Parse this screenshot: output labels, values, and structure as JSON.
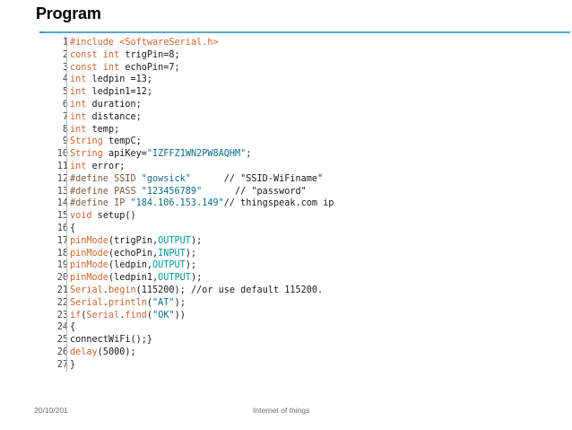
{
  "title": "Program",
  "code_lines": [
    {
      "no": "1",
      "segments": [
        {
          "t": "#include <",
          "c": "kw"
        },
        {
          "t": "SoftwareSerial",
          "c": "lib"
        },
        {
          "t": ".h>",
          "c": "kw"
        }
      ]
    },
    {
      "no": "2",
      "segments": [
        {
          "t": "const int",
          "c": "kw"
        },
        {
          "t": " trigPin=8;",
          "c": ""
        }
      ]
    },
    {
      "no": "3",
      "segments": [
        {
          "t": "const int",
          "c": "kw"
        },
        {
          "t": " echoPin=7;",
          "c": ""
        }
      ]
    },
    {
      "no": "4",
      "segments": [
        {
          "t": "int",
          "c": "kw"
        },
        {
          "t": " ledpin =13;",
          "c": ""
        }
      ]
    },
    {
      "no": "5",
      "segments": [
        {
          "t": "int",
          "c": "kw"
        },
        {
          "t": " ledpin1=12;",
          "c": ""
        }
      ]
    },
    {
      "no": "6",
      "segments": [
        {
          "t": "int",
          "c": "kw"
        },
        {
          "t": " duration;",
          "c": ""
        }
      ]
    },
    {
      "no": "7",
      "segments": [
        {
          "t": "int",
          "c": "kw"
        },
        {
          "t": " distance;",
          "c": ""
        }
      ]
    },
    {
      "no": "8",
      "segments": [
        {
          "t": "int",
          "c": "kw"
        },
        {
          "t": " temp;",
          "c": ""
        }
      ]
    },
    {
      "no": "9",
      "segments": [
        {
          "t": "String",
          "c": "kw"
        },
        {
          "t": " tempC;",
          "c": ""
        }
      ]
    },
    {
      "no": "10",
      "segments": [
        {
          "t": "String",
          "c": "kw"
        },
        {
          "t": " apiKey=",
          "c": ""
        },
        {
          "t": "\"IZFFZ1WN2PW8AQHM\"",
          "c": "str"
        },
        {
          "t": ";",
          "c": ""
        }
      ]
    },
    {
      "no": "11",
      "segments": [
        {
          "t": "int",
          "c": "kw"
        },
        {
          "t": " error;",
          "c": ""
        }
      ]
    },
    {
      "no": "12",
      "segments": [
        {
          "t": "#define SSID ",
          "c": "def"
        },
        {
          "t": "\"gowsick\"",
          "c": "str"
        },
        {
          "t": "      // \"SSID-WiFiname\"",
          "c": ""
        }
      ]
    },
    {
      "no": "13",
      "segments": [
        {
          "t": "#define PASS ",
          "c": "def"
        },
        {
          "t": "\"123456789\"",
          "c": "str"
        },
        {
          "t": "      // \"password\"",
          "c": ""
        }
      ]
    },
    {
      "no": "14",
      "segments": [
        {
          "t": "#define IP ",
          "c": "def"
        },
        {
          "t": "\"184.106.153.149\"",
          "c": "str"
        },
        {
          "t": "// thingspeak.com ip",
          "c": ""
        }
      ]
    },
    {
      "no": "15",
      "segments": [
        {
          "t": "void",
          "c": "kw"
        },
        {
          "t": " setup",
          "c": ""
        },
        {
          "t": "()",
          "c": ""
        }
      ]
    },
    {
      "no": "16",
      "segments": [
        {
          "t": "{",
          "c": ""
        }
      ]
    },
    {
      "no": "17",
      "segments": [
        {
          "t": "pinMode",
          "c": "fn"
        },
        {
          "t": "(trigPin,",
          "c": ""
        },
        {
          "t": "OUTPUT",
          "c": "const"
        },
        {
          "t": ");",
          "c": ""
        }
      ]
    },
    {
      "no": "18",
      "segments": [
        {
          "t": "pinMode",
          "c": "fn"
        },
        {
          "t": "(echoPin,",
          "c": ""
        },
        {
          "t": "INPUT",
          "c": "const"
        },
        {
          "t": ");",
          "c": ""
        }
      ]
    },
    {
      "no": "19",
      "segments": [
        {
          "t": "pinMode",
          "c": "fn"
        },
        {
          "t": "(ledpin,",
          "c": ""
        },
        {
          "t": "OUTPUT",
          "c": "const"
        },
        {
          "t": ");",
          "c": ""
        }
      ]
    },
    {
      "no": "20",
      "segments": [
        {
          "t": "pinMode",
          "c": "fn"
        },
        {
          "t": "(ledpin1,",
          "c": ""
        },
        {
          "t": "OUTPUT",
          "c": "const"
        },
        {
          "t": ");",
          "c": ""
        }
      ]
    },
    {
      "no": "21",
      "segments": [
        {
          "t": "Serial",
          "c": "fn"
        },
        {
          "t": ".",
          "c": ""
        },
        {
          "t": "begin",
          "c": "fn"
        },
        {
          "t": "(115200); //or use default 115200.",
          "c": ""
        }
      ]
    },
    {
      "no": "22",
      "segments": [
        {
          "t": "Serial",
          "c": "fn"
        },
        {
          "t": ".",
          "c": ""
        },
        {
          "t": "println",
          "c": "fn"
        },
        {
          "t": "(",
          "c": ""
        },
        {
          "t": "\"AT\"",
          "c": "str"
        },
        {
          "t": ");",
          "c": ""
        }
      ]
    },
    {
      "no": "23",
      "segments": [
        {
          "t": "if",
          "c": "kw"
        },
        {
          "t": "(",
          "c": ""
        },
        {
          "t": "Serial",
          "c": "fn"
        },
        {
          "t": ".",
          "c": ""
        },
        {
          "t": "find",
          "c": "fn"
        },
        {
          "t": "(",
          "c": ""
        },
        {
          "t": "\"OK\"",
          "c": "str"
        },
        {
          "t": "))",
          "c": ""
        }
      ]
    },
    {
      "no": "24",
      "segments": [
        {
          "t": "{",
          "c": ""
        }
      ]
    },
    {
      "no": "25",
      "segments": [
        {
          "t": "connectWiFi();}",
          "c": ""
        }
      ]
    },
    {
      "no": "26",
      "segments": [
        {
          "t": "delay",
          "c": "fn"
        },
        {
          "t": "(5000);",
          "c": ""
        }
      ]
    },
    {
      "no": "27",
      "segments": [
        {
          "t": "}",
          "c": ""
        }
      ]
    }
  ],
  "footer": {
    "date": "20/10/201",
    "center": "Internet of things"
  },
  "colors": {
    "accent": "#5ba6d6",
    "keyword": "#cc6633",
    "string": "#0d6e8a",
    "constant": "#00979c"
  }
}
